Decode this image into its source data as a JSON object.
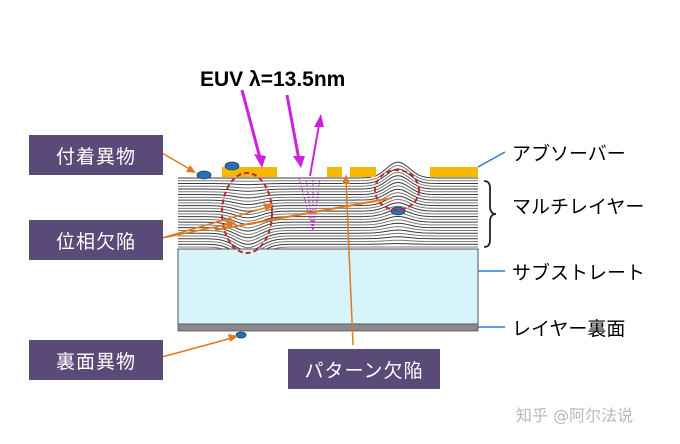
{
  "title": "EUV λ=13.5nm",
  "left_labels": {
    "particle_top": "付着異物",
    "phase_defect": "位相欠陥",
    "backside_particle": "裏面異物"
  },
  "bottom_label": "パターン欠陥",
  "right_labels": {
    "absorber": "アブソーバー",
    "multilayer": "マルチレイヤー",
    "substrate": "サブストレート",
    "backside": "レイヤー裏面"
  },
  "watermark": "知乎 @阿尔法说",
  "colors": {
    "label_box": "#5a4a78",
    "absorber": "#f5b800",
    "substrate": "#d6f4fa",
    "euv_arrow": "#cc22dd",
    "callout_arrow": "#e07a20",
    "defect_outline": "#c0282a",
    "pointer_line": "#2a7fc8",
    "particle": "#2a6fb0"
  }
}
